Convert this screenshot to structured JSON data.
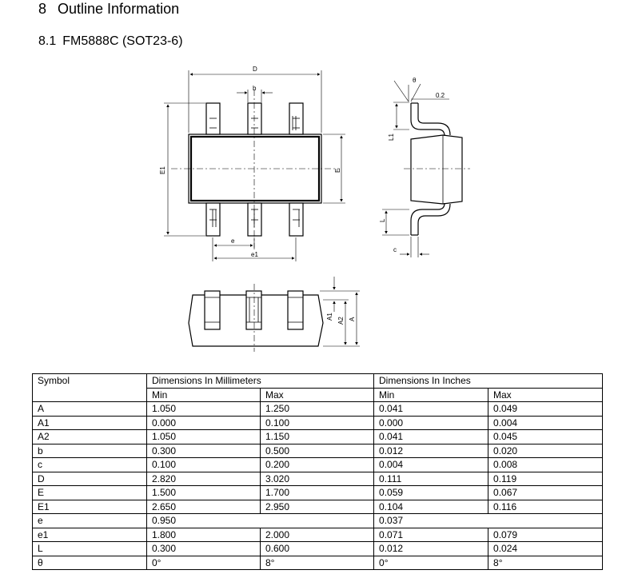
{
  "section": {
    "number": "8",
    "title": "Outline Information"
  },
  "subsection": {
    "number": "8.1",
    "title": "FM5888C (SOT23-6)"
  },
  "drawing_labels": {
    "D": "D",
    "b": "b",
    "E1": "E1",
    "E": "E",
    "e": "e",
    "e1": "e1",
    "theta": "θ",
    "gauge": "0.2",
    "L1": "L1",
    "L": "L",
    "c": "c",
    "A1": "A1",
    "A2": "A2",
    "A": "A"
  },
  "table": {
    "symbol_header": "Symbol",
    "mm_header": "Dimensions In Millimeters",
    "in_header": "Dimensions In Inches",
    "min": "Min",
    "max": "Max",
    "rows": [
      {
        "symbol": "A",
        "mm_min": "1.050",
        "mm_max": "1.250",
        "in_min": "0.041",
        "in_max": "0.049"
      },
      {
        "symbol": "A1",
        "mm_min": "0.000",
        "mm_max": "0.100",
        "in_min": "0.000",
        "in_max": "0.004"
      },
      {
        "symbol": "A2",
        "mm_min": "1.050",
        "mm_max": "1.150",
        "in_min": "0.041",
        "in_max": "0.045"
      },
      {
        "symbol": "b",
        "mm_min": "0.300",
        "mm_max": "0.500",
        "in_min": "0.012",
        "in_max": "0.020"
      },
      {
        "symbol": "c",
        "mm_min": "0.100",
        "mm_max": "0.200",
        "in_min": "0.004",
        "in_max": "0.008"
      },
      {
        "symbol": "D",
        "mm_min": "2.820",
        "mm_max": "3.020",
        "in_min": "0.111",
        "in_max": "0.119"
      },
      {
        "symbol": "E",
        "mm_min": "1.500",
        "mm_max": "1.700",
        "in_min": "0.059",
        "in_max": "0.067"
      },
      {
        "symbol": "E1",
        "mm_min": "2.650",
        "mm_max": "2.950",
        "in_min": "0.104",
        "in_max": "0.116"
      },
      {
        "symbol": "e",
        "mm_min": "0.950",
        "mm_max": "",
        "in_min": "0.037",
        "in_max": "",
        "merged": true
      },
      {
        "symbol": "e1",
        "mm_min": "1.800",
        "mm_max": "2.000",
        "in_min": "0.071",
        "in_max": "0.079"
      },
      {
        "symbol": "L",
        "mm_min": "0.300",
        "mm_max": "0.600",
        "in_min": "0.012",
        "in_max": "0.024"
      },
      {
        "symbol": "θ",
        "mm_min": "0°",
        "mm_max": "8°",
        "in_min": "0°",
        "in_max": "8°"
      }
    ]
  }
}
